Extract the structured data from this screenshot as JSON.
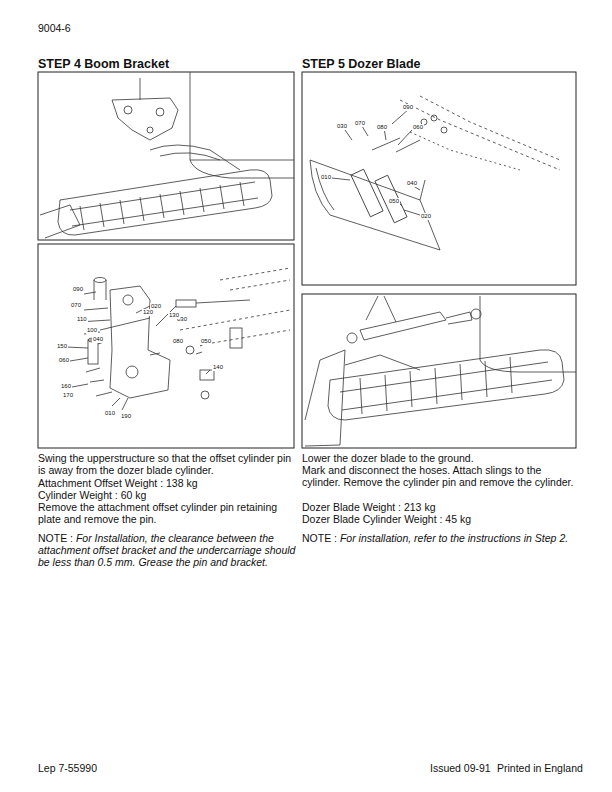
{
  "diagram": {
    "labels": [
      "9004-6",
      "STEP 4 Boom Bracket",
      "STEP 5 Dozer Blade",
      "Swing the upperstructure so that the offset cylinder pin is away from the dozer blade cylinder.",
      "Attachment Offset Weight : 138 kg",
      "Cylinder Weight : 60 kg",
      "Remove the attachment offset cylinder pin retaining plate and remove the pin.",
      "NOTE :",
      "For Installation, the clearance between the attachment offset bracket and the undercarriage should be less than 0.5 mm. Grease the pin and bracket.",
      "Lower the dozer blade to the ground.",
      "Mark and disconnect the hoses. Attach slings to the cylinder. Remove the cylinder pin and remove the cylinder.",
      "Dozer Blade Weight : 213 kg",
      "Dozer Blade Cylinder Weight : 45 kg",
      "NOTE :",
      "For installation, refer to the instructions in Step 2.",
      "Lep 7-55990",
      "Issued 09-91",
      "Printed in England",
      "090",
      "070",
      "020",
      "030",
      "110",
      "100",
      "040",
      "150",
      "060",
      "120",
      "130",
      "080",
      "050",
      "140",
      "160",
      "170",
      "010",
      "190",
      "030",
      "070",
      "080",
      "090",
      "060",
      "010",
      "040",
      "050",
      "020"
    ]
  }
}
